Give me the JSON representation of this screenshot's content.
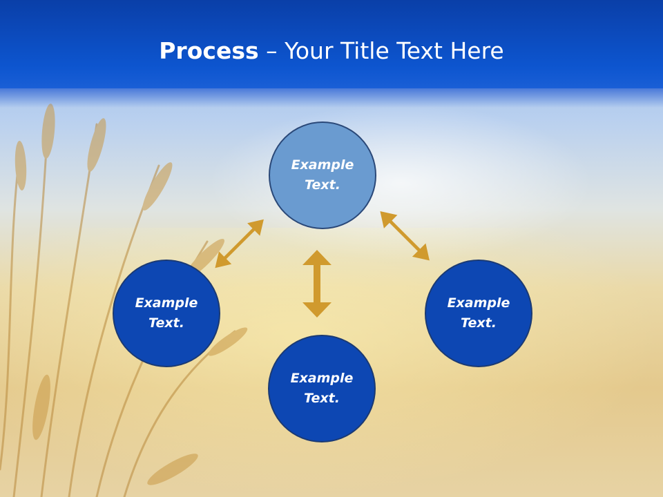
{
  "title": {
    "bold": "Process",
    "rest": " – Your Title Text Here"
  },
  "nodes": {
    "top": {
      "line1": "Example",
      "line2": "Text."
    },
    "left": {
      "line1": "Example",
      "line2": "Text."
    },
    "right": {
      "line1": "Example",
      "line2": "Text."
    },
    "bottom": {
      "line1": "Example",
      "line2": "Text."
    }
  },
  "colors": {
    "header": "#0d55cf",
    "node_dark": "#0d47b3",
    "node_light": "#6a9bd0",
    "arrow": "#d09a2e"
  }
}
